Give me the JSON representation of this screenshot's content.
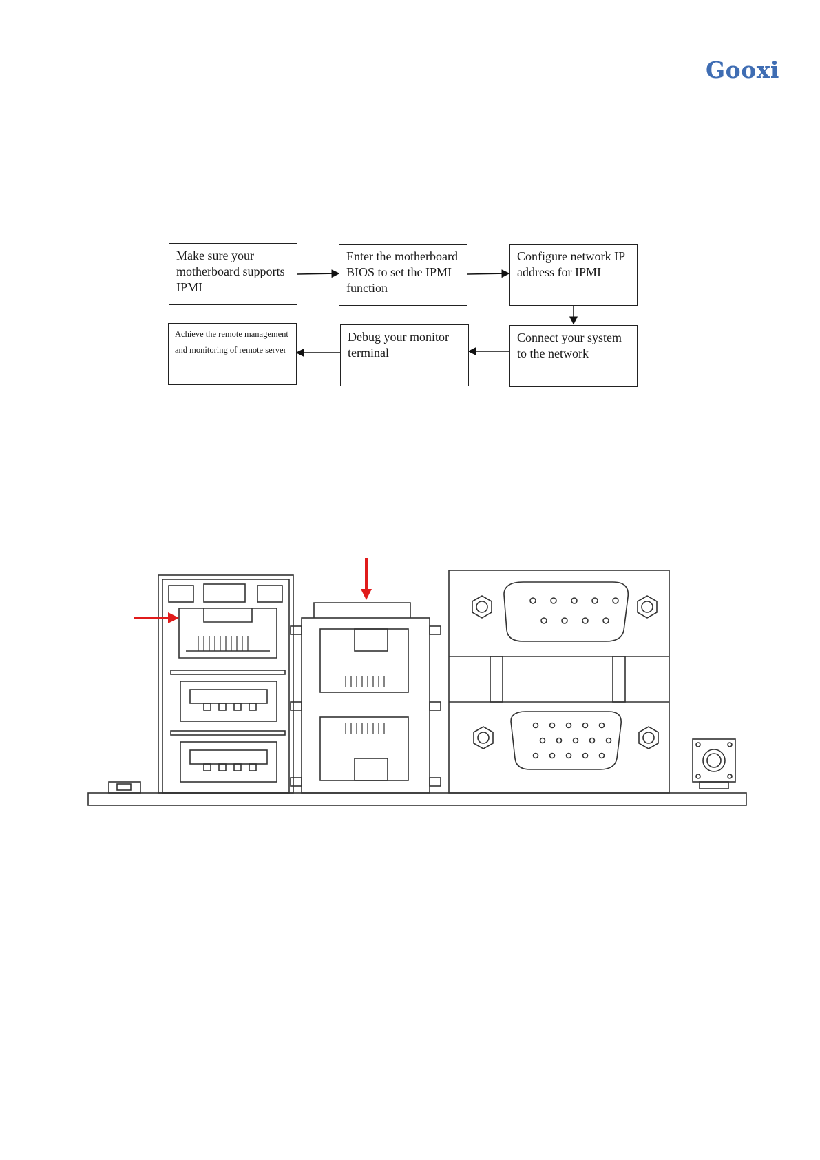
{
  "header": {
    "brand": "Gooxi",
    "brand_color": "#3f6db3"
  },
  "flowchart": {
    "steps": [
      {
        "id": "step-1",
        "label": "Make sure your motherboard supports IPMI"
      },
      {
        "id": "step-2",
        "label": "Enter the motherboard BIOS to set the IPMI function"
      },
      {
        "id": "step-3",
        "label": "Configure network IP address for IPMI"
      },
      {
        "id": "step-4",
        "label": "Connect your system to the network"
      },
      {
        "id": "step-5",
        "label": "Debug your monitor terminal"
      },
      {
        "id": "step-6",
        "label": "Achieve the remote management and monitoring of remote server"
      }
    ]
  },
  "rear_panel": {
    "indicator_color": "#e01b1b"
  }
}
